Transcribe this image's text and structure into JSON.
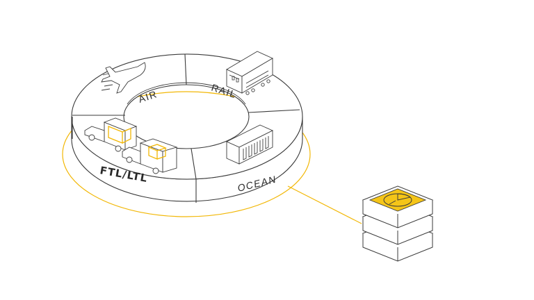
{
  "diagram": {
    "segments": [
      {
        "id": "air",
        "label": "AIR",
        "icon": "airplane-icon"
      },
      {
        "id": "rail",
        "label": "RAIL",
        "icon": "train-icon"
      },
      {
        "id": "ftl",
        "label": "FTL/LTL",
        "icon": "truck-icon"
      },
      {
        "id": "ocean",
        "label": "OCEAN",
        "icon": "shipping-container-icon"
      }
    ],
    "hub_icon": "database-stack-icon",
    "colors": {
      "line": "#3a3a3a",
      "accent": "#f2b705",
      "accent_fill": "#f5c518",
      "ring_fill": "#ffffff"
    }
  }
}
